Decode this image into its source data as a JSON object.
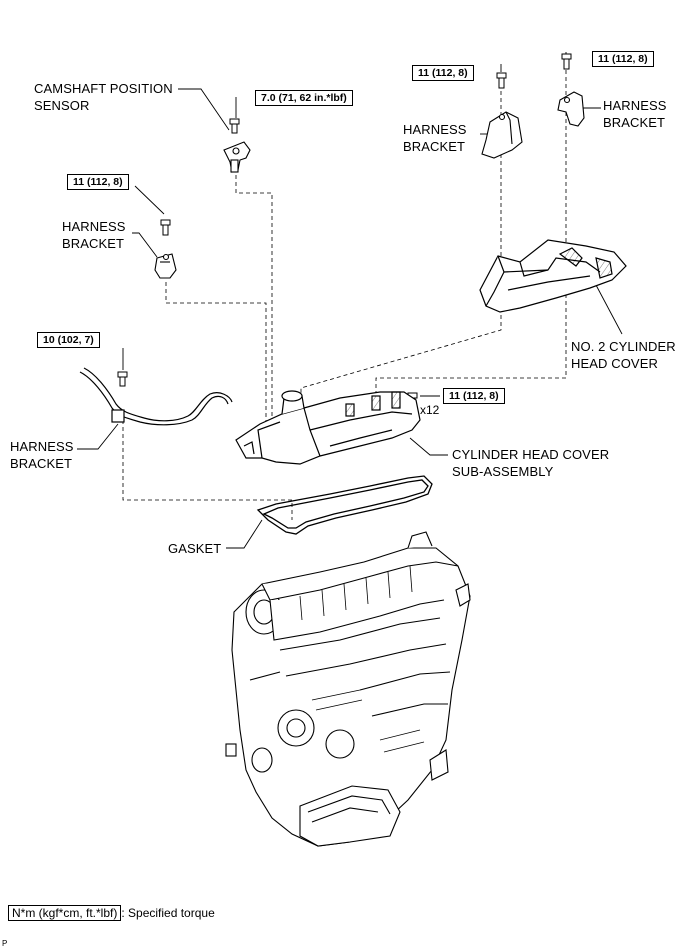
{
  "labels": {
    "camshaft_sensor": [
      "CAMSHAFT POSITION",
      "SENSOR"
    ],
    "harness_bracket_top_center": [
      "HARNESS",
      "BRACKET"
    ],
    "harness_bracket_top_right": [
      "HARNESS",
      "BRACKET"
    ],
    "harness_bracket_left": [
      "HARNESS",
      "BRACKET"
    ],
    "harness_bracket_lower_left": [
      "HARNESS",
      "BRACKET"
    ],
    "no2_cylinder_head_cover": [
      "NO. 2 CYLINDER",
      "HEAD COVER"
    ],
    "cylinder_head_cover_sub": [
      "CYLINDER HEAD COVER",
      "SUB-ASSEMBLY"
    ],
    "gasket": "GASKET"
  },
  "torques": {
    "camshaft_sensor_bolt": "7.0 (71, 62 in.*lbf)",
    "top_center_bracket_bolt": "11 (112,  8)",
    "top_right_bracket_bolt": "11 (112,  8)",
    "left_bracket_bolt": "11 (112,  8)",
    "lower_left_bracket_bolt": "10 (102,  7)",
    "head_cover_bolts": "11 (112,  8)"
  },
  "head_cover_bolt_count": "x12",
  "legend": {
    "unit": "N*m (kgf*cm, ft.*lbf)",
    "description": ": Specified torque"
  },
  "page_code": "P"
}
